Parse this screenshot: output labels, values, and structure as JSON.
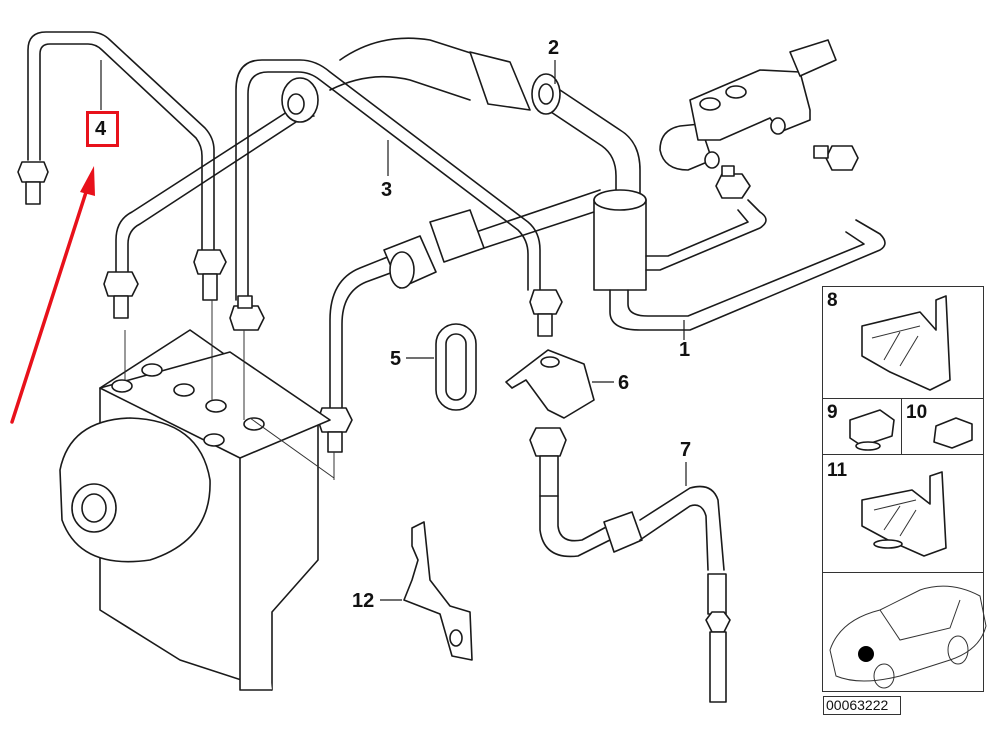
{
  "diagram": {
    "title": "ABS hydraulic unit brake lines exploded parts diagram",
    "reference_number": "00063222",
    "highlight_color": "#e8111b",
    "highlighted_part": "4",
    "annotation": {
      "type": "arrow",
      "color": "#e8111b",
      "points_to": "4"
    }
  },
  "callouts": [
    {
      "id": "1",
      "label": "1",
      "part": "brake pipe (master cylinder to hydraulic unit)"
    },
    {
      "id": "2",
      "label": "2",
      "part": "grommet / pipe sleeve"
    },
    {
      "id": "3",
      "label": "3",
      "part": "brake pipe"
    },
    {
      "id": "4",
      "label": "4",
      "part": "brake pipe",
      "highlighted": true
    },
    {
      "id": "5",
      "label": "5",
      "part": "grommet"
    },
    {
      "id": "6",
      "label": "6",
      "part": "bracket"
    },
    {
      "id": "7",
      "label": "7",
      "part": "brake hose"
    },
    {
      "id": "12",
      "label": "12",
      "part": "holder"
    }
  ],
  "inset": {
    "cells": [
      {
        "label": "8",
        "part": "pipe clip"
      },
      {
        "label": "9",
        "part": "pipe clip"
      },
      {
        "label": "10",
        "part": "pipe clip"
      },
      {
        "label": "11",
        "part": "pipe clip"
      },
      {
        "label": "",
        "part": "vehicle location view",
        "marker": "front-left engine bay"
      }
    ]
  }
}
